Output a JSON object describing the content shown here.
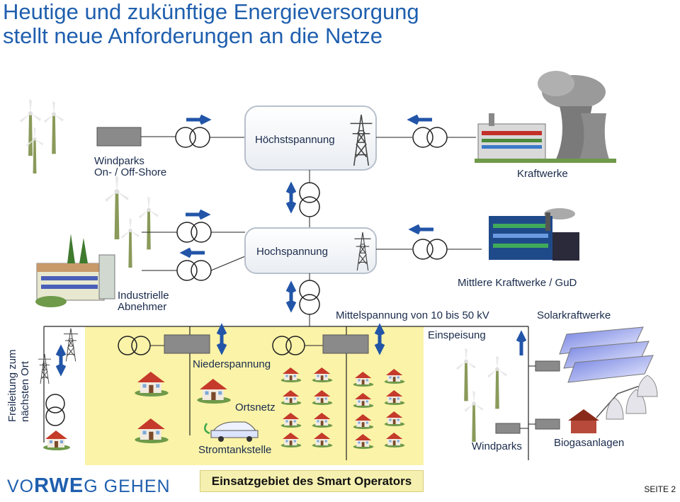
{
  "title": {
    "line1": "Heutige und zukünftige Energieversorgung",
    "line2": "stellt neue Anforderungen an die Netze"
  },
  "nodes": {
    "hoechst": "Höchstspannung",
    "hoch": "Hochspannung",
    "mittel": "Mittelspannung von 10 bis 50 kV",
    "nieder": "Niederspannung",
    "ortsnetz": "Ortsnetz",
    "einspeisung": "Einspeisung"
  },
  "labels": {
    "windparks_top_1": "Windparks",
    "windparks_top_2": "On- / Off-Shore",
    "kraftwerke": "Kraftwerke",
    "mittlere_kraftwerke": "Mittlere Kraftwerke / GuD",
    "industrie_1": "Industrielle",
    "industrie_2": "Abnehmer",
    "solarkraftwerke": "Solarkraftwerke",
    "stromtankstelle": "Stromtankstelle",
    "windparks_bottom": "Windparks",
    "biogas": "Biogasanlagen",
    "freileitung_1": "Freileitung zum",
    "freileitung_2": "nächsten Ort"
  },
  "footer": {
    "smart_operators": "Einsatzgebiet des Smart Operators",
    "logo_vo": "VO",
    "logo_rwe": "RWE",
    "logo_gehen": "G GEHEN",
    "page": "SEITE 2"
  },
  "colors": {
    "accent": "#1f5fae",
    "zone": "#faf3a8",
    "arrow": "#2255a8",
    "node_border": "#b8c0cc"
  }
}
